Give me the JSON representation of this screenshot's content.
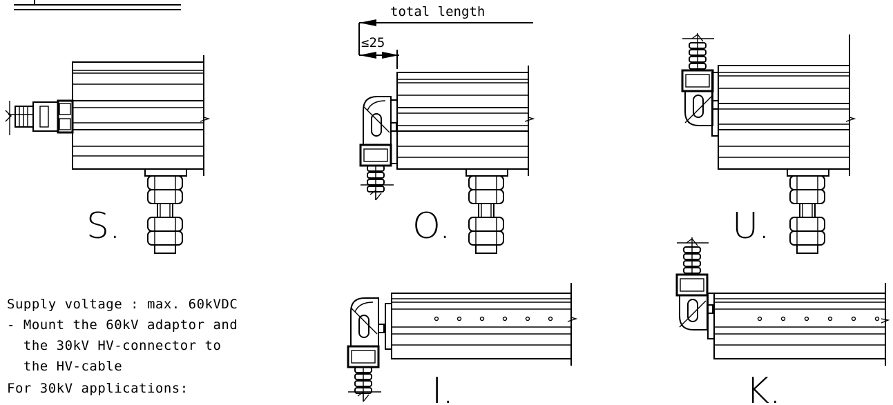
{
  "dimensions": {
    "total_length": "total length",
    "offset": "≤25"
  },
  "variants": [
    "S.",
    "O.",
    "U.",
    "I.",
    "K."
  ],
  "notes": [
    "Supply voltage : max. 60kVDC",
    "- Mount the 60kV adaptor and",
    "  the 30kV HV-connector to",
    "  the HV-cable",
    "For 30kV applications:"
  ]
}
